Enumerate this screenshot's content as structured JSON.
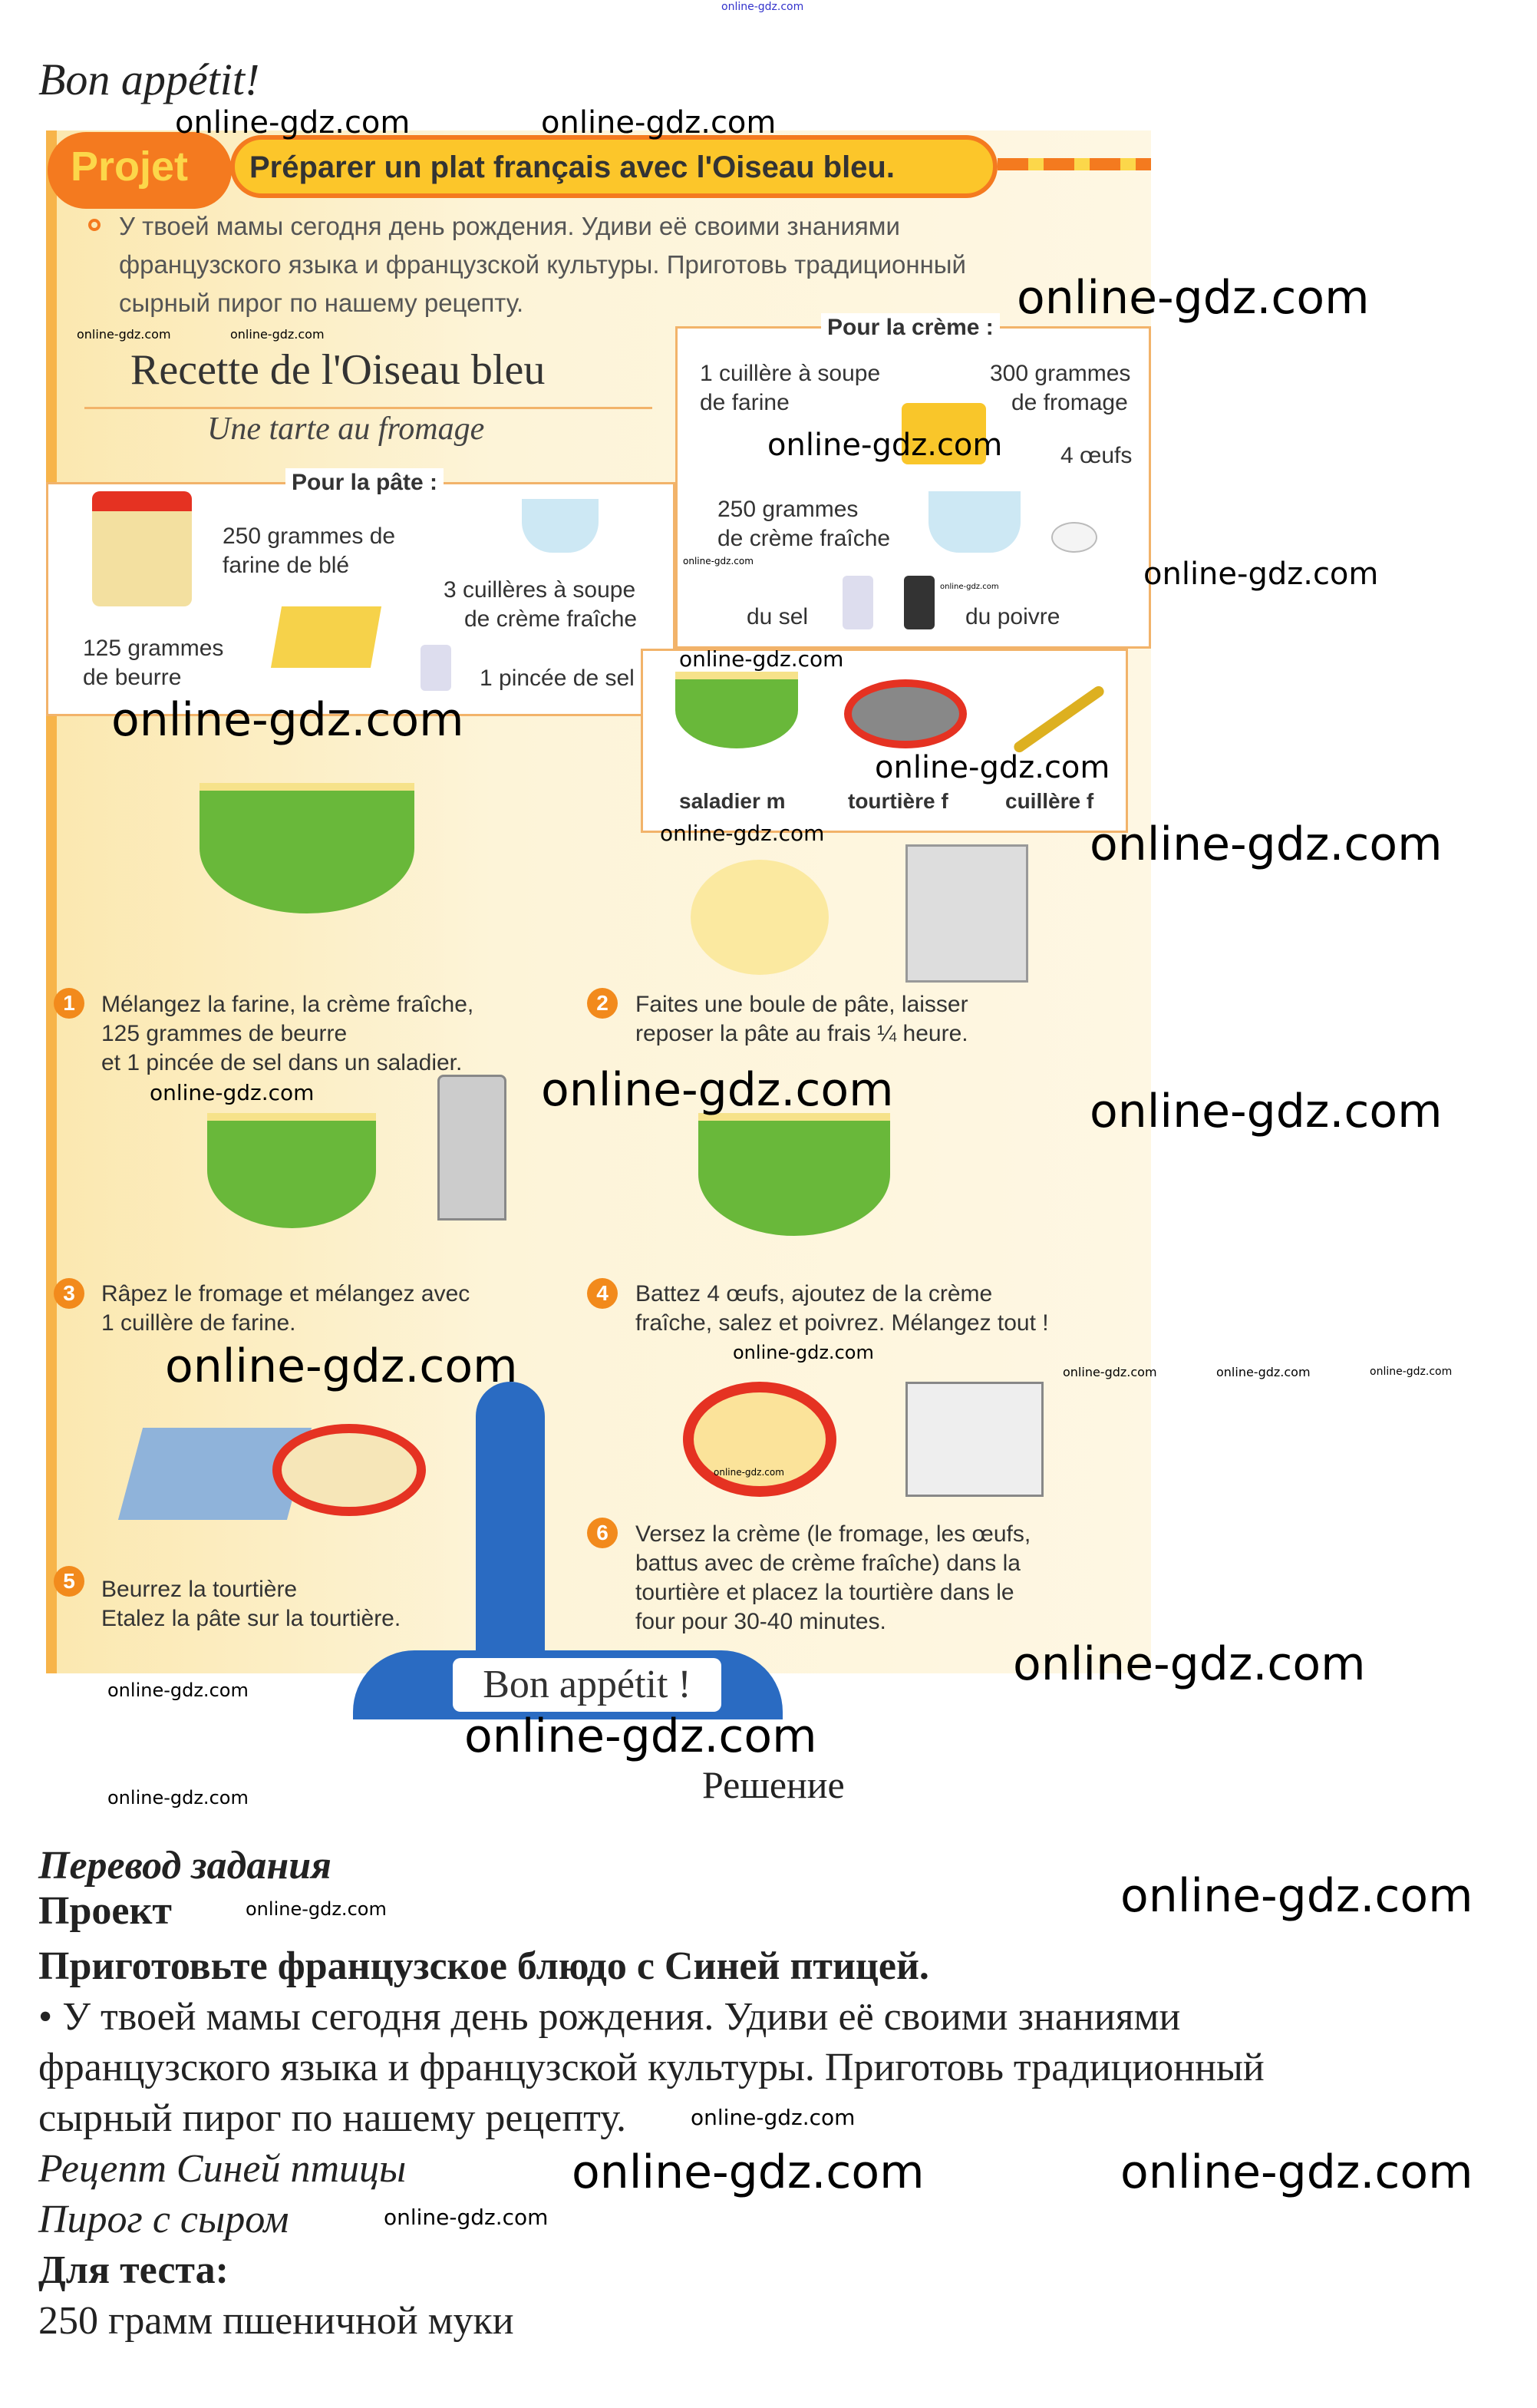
{
  "watermark": "online-gdz.com",
  "header": {
    "title": "Bon appétit!"
  },
  "book": {
    "projet_label": "Projet",
    "projet_title": "Préparer un plat français avec l'Oiseau bleu.",
    "intro": [
      "У твоей мамы сегодня день рождения. Удиви её своими знаниями",
      "французского языка и французской культуры. Приготовь традиционный",
      "сырный пирог по нашему рецепту."
    ],
    "recipe_title": "Recette de l'Oiseau bleu",
    "recipe_subtitle": "Une tarte au fromage",
    "pate": {
      "title": "Pour la pâte :",
      "items": [
        "250 grammes de",
        "farine de blé",
        "3 cuillères à soupe",
        "de crème fraîche",
        "125 grammes",
        "de beurre",
        "1 pincée de sel"
      ]
    },
    "creme": {
      "title": "Pour la crème :",
      "items": [
        "1 cuillère à soupe",
        "de farine",
        "300 grammes",
        "de fromage",
        "4 œufs",
        "250 grammes",
        "de crème fraîche",
        "du sel",
        "du poivre"
      ]
    },
    "utensils": [
      "saladier m",
      "tourtière f",
      "cuillère f"
    ],
    "steps": [
      {
        "n": "1",
        "lines": [
          "Mélangez la farine, la crème fraîche,",
          "125 grammes de beurre",
          "et 1 pincée de sel dans un saladier."
        ]
      },
      {
        "n": "2",
        "lines": [
          "Faites une boule de pâte, laisser",
          "reposer la pâte au frais ¼ heure."
        ]
      },
      {
        "n": "3",
        "lines": [
          "Râpez le fromage et mélangez avec",
          "1 cuillère de farine."
        ]
      },
      {
        "n": "4",
        "lines": [
          "Battez 4 œufs, ajoutez de la crème",
          "fraîche, salez et poivrez. Mélangez tout !"
        ]
      },
      {
        "n": "5",
        "lines": [
          "Beurrez la tourtière",
          "Etalez la pâte sur la tourtière."
        ]
      },
      {
        "n": "6",
        "lines": [
          "Versez la crème (le fromage, les œufs,",
          "battus avec de crème fraîche) dans la",
          "tourtière et placez la tourtière dans le",
          "four pour 30-40 minutes."
        ]
      }
    ],
    "banner": "Bon appétit !"
  },
  "solution_label": "Решение",
  "translation": {
    "heading": "Перевод задания",
    "project": "Проект",
    "task": "Приготовьте французское блюдо с Синей птицей.",
    "para": [
      "• У твоей мамы сегодня день рождения. Удиви её своими знаниями",
      "французского языка и французской культуры. Приготовь традиционный",
      "сырный пирог по нашему рецепту."
    ],
    "recipe": "Рецепт Синей птицы",
    "pie": "Пирог с сыром",
    "dough": "Для теста:",
    "flour": "250 грамм пшеничной муки"
  }
}
